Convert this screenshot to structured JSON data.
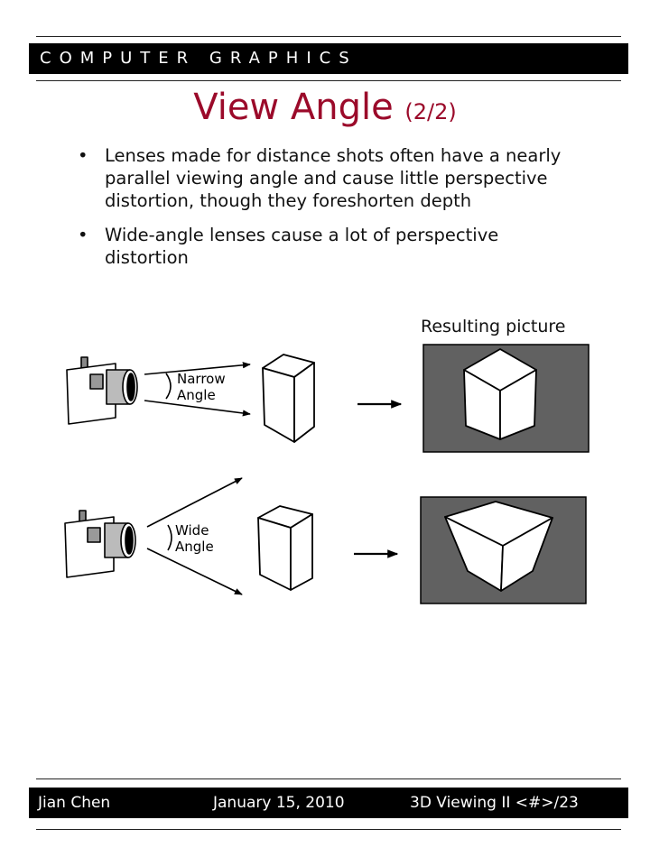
{
  "header": {
    "title": "COMPUTER GRAPHICS"
  },
  "slide": {
    "title": "View Angle",
    "title_suffix": "(2/2)",
    "bullets": [
      {
        "text": "Lenses made for distance shots often have a nearly parallel viewing angle and cause little perspective distortion, though they foreshorten depth"
      },
      {
        "text": "Wide-angle lenses cause a lot of perspective distortion"
      }
    ]
  },
  "figure": {
    "resulting_label": "Resulting picture",
    "narrow_label_line1": "Narrow",
    "narrow_label_line2": "Angle",
    "wide_label_line1": "Wide",
    "wide_label_line2": "Angle"
  },
  "footer": {
    "author": "Jian Chen",
    "date": "January 15, 2010",
    "page": "3D Viewing II <#>/23"
  },
  "colors": {
    "title": "#9b0a2a",
    "bar": "#000000",
    "picture_bg": "#616161"
  }
}
